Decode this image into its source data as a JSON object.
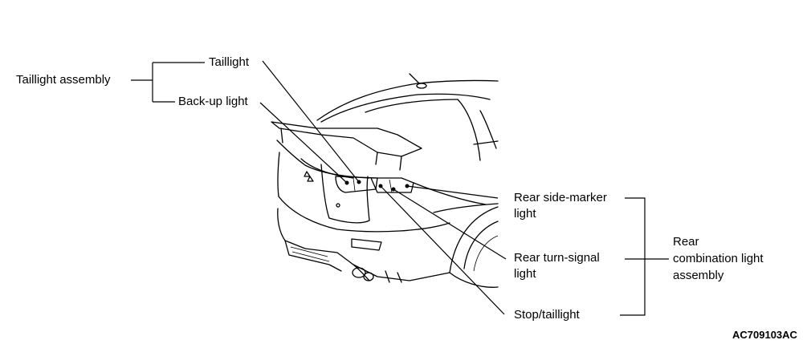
{
  "labels": {
    "taillight_assembly": "Taillight assembly",
    "taillight": "Taillight",
    "backup_light": "Back-up light",
    "rear_side_marker_line1": "Rear side-marker",
    "rear_side_marker_line2": "light",
    "rear_turn_signal_line1": "Rear turn-signal",
    "rear_turn_signal_line2": "light",
    "stop_taillight": "Stop/taillight",
    "rear_combination_line1": "Rear",
    "rear_combination_line2": "combination light",
    "rear_combination_line3": "assembly"
  },
  "figure_code": "AC709103AC"
}
